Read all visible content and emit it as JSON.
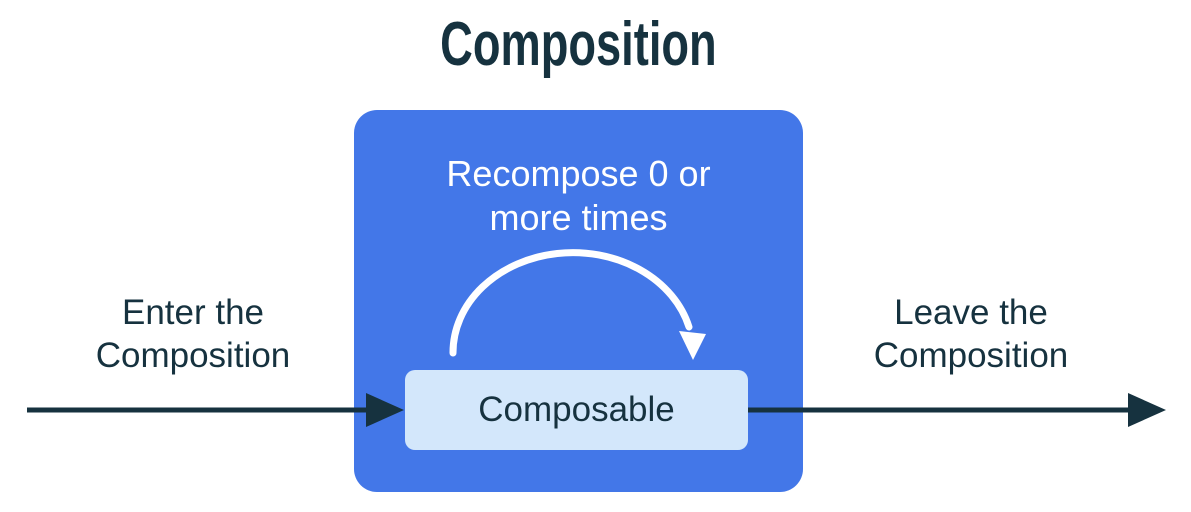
{
  "colors": {
    "navy": "#16323F",
    "blue": "#4377E8",
    "light_blue": "#D3E7FB",
    "white": "#FFFFFF",
    "background": "#FFFFFF"
  },
  "title": "Composition",
  "enter_label": "Enter the\nComposition",
  "leave_label": "Leave the\nComposition",
  "composition_box": {
    "recompose_label": "Recompose 0 or\nmore times",
    "composable_label": "Composable"
  }
}
